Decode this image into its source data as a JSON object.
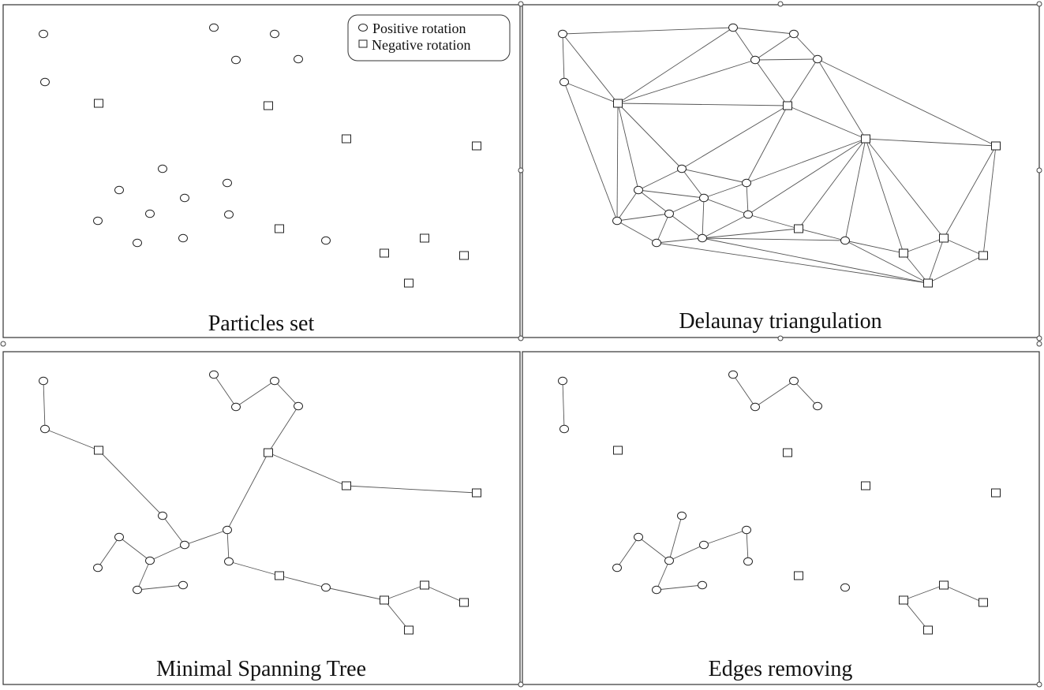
{
  "legend": {
    "positive_label": "Positive rotation",
    "negative_label": "Negative rotation"
  },
  "panels": [
    {
      "id": "particles",
      "title": "Particles set",
      "edges": "none"
    },
    {
      "id": "delaunay",
      "title": "Delaunay triangulation",
      "edges": "delaunay"
    },
    {
      "id": "mst",
      "title": "Minimal Spanning Tree",
      "edges": "mst"
    },
    {
      "id": "removed",
      "title": "Edges removing",
      "edges": "kept"
    }
  ]
}
